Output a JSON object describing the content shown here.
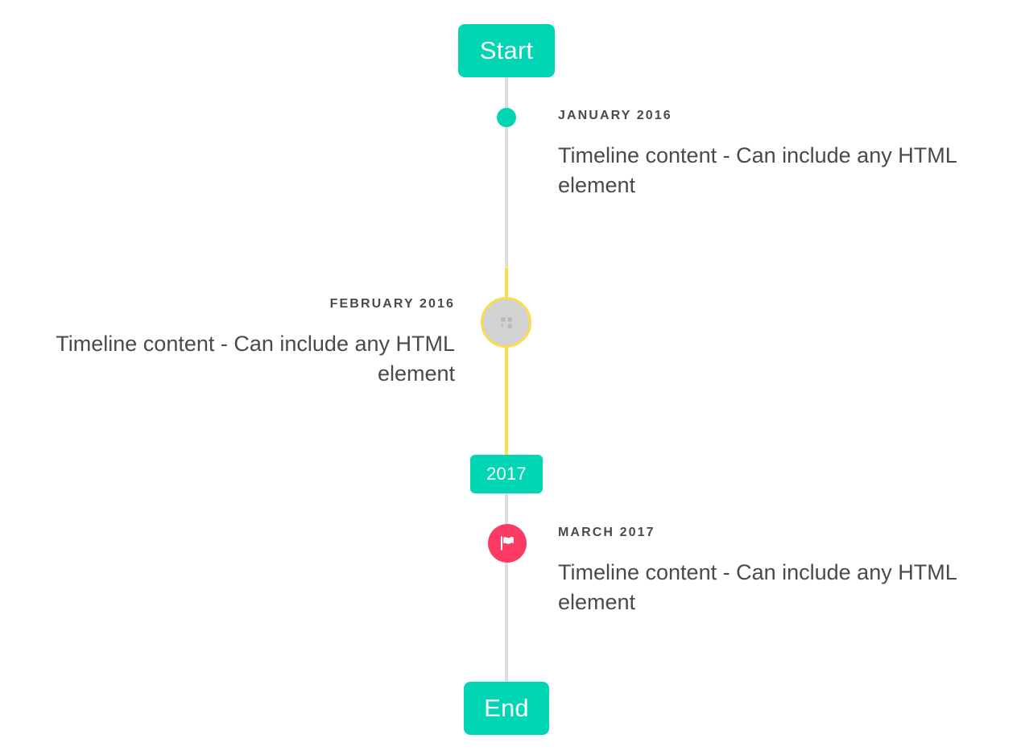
{
  "timeline": {
    "start_label": "Start",
    "end_label": "End",
    "middle_label": "2017",
    "colors": {
      "accent_teal": "#00D5B4",
      "accent_yellow": "#FCDC4D",
      "accent_pink": "#FB3B64",
      "line_gray": "#DDDDDD",
      "marker_gray": "#D2D2D2",
      "text": "#4A4A4A",
      "background": "#FFFFFF"
    },
    "items": [
      {
        "date": "January 2016",
        "body": "Timeline content - Can include any HTML element",
        "side": "right",
        "marker": "dot-icon",
        "marker_color": "#00D5B4"
      },
      {
        "date": "February 2016",
        "body": "Timeline content - Can include any HTML element",
        "side": "left",
        "marker": "broken-image-icon",
        "marker_color": "#FCDC4D"
      },
      {
        "date": "March 2017",
        "body": "Timeline content - Can include any HTML element",
        "side": "right",
        "marker": "flag-icon",
        "marker_color": "#FB3B64"
      }
    ]
  }
}
